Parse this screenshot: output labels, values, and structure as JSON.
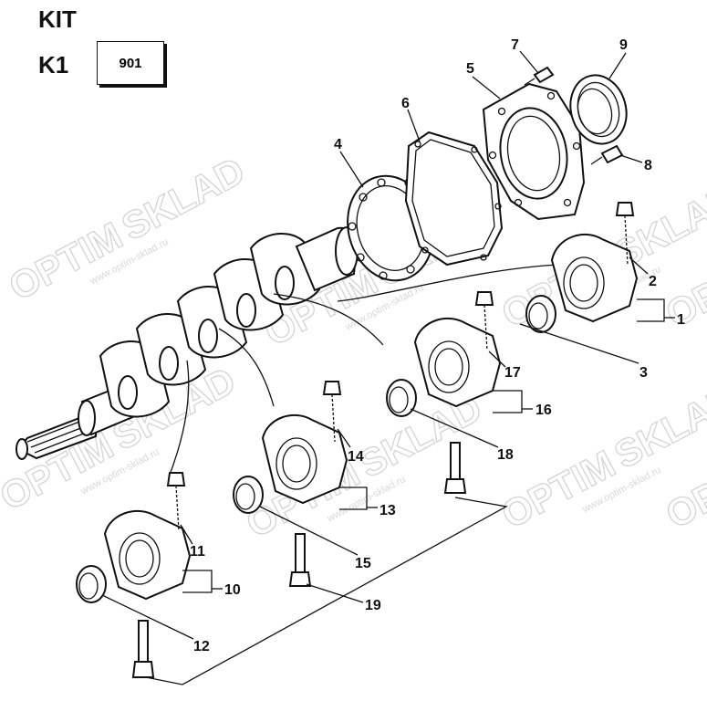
{
  "header": {
    "kit_label": "KIT",
    "k1_label": "K1",
    "kit_number": "901"
  },
  "callouts": [
    "1",
    "2",
    "3",
    "4",
    "5",
    "6",
    "7",
    "8",
    "9",
    "10",
    "11",
    "12",
    "13",
    "14",
    "15",
    "16",
    "17",
    "18",
    "19"
  ],
  "watermark": {
    "brand_left": "OPTIM",
    "brand_right": "SKLAD",
    "url": "www.optim-sklad.ru"
  },
  "colors": {
    "ink": "#111111",
    "watermark": "#d4d4d4"
  }
}
